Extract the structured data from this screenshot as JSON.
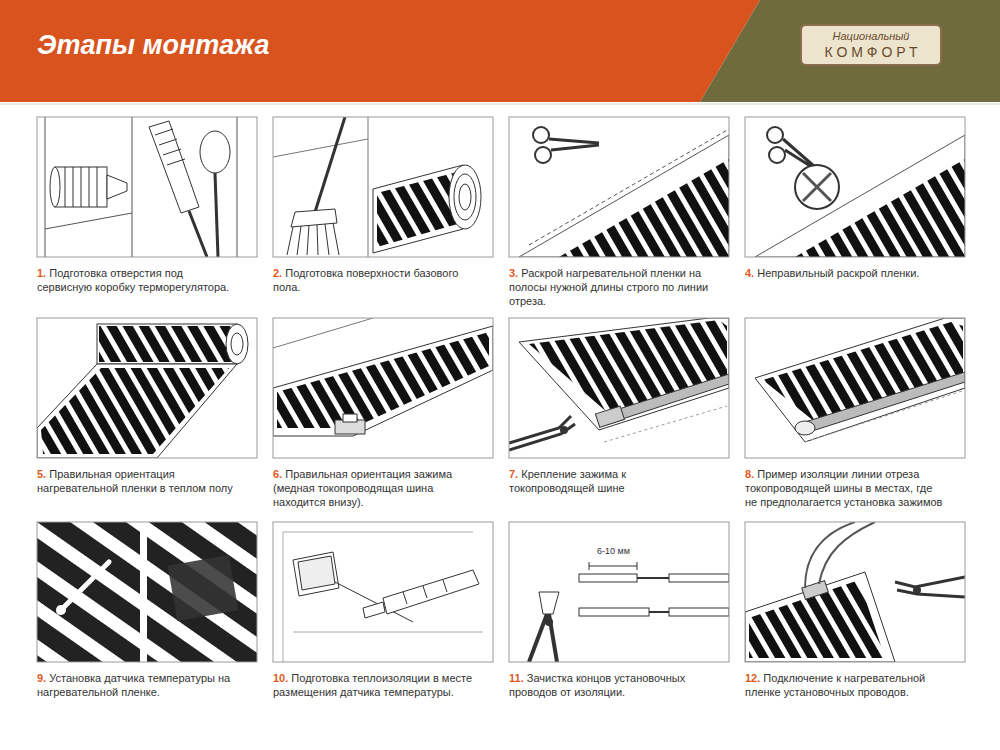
{
  "diagram": {
    "title": "Этапы монтажа",
    "nodes": [
      {
        "text": [
          "Национальный",
          "КОМФОРТ"
        ]
      },
      {
        "text": [
          "1.",
          "Подготовка отверстия под сервисную коробку терморегулятора."
        ]
      },
      {
        "text": [
          "2.",
          "Подготовка поверхности базового пола."
        ]
      },
      {
        "text": [
          "3.",
          "Раскрой нагревательной пленки на полосы нужной длины строго по линии отреза."
        ]
      },
      {
        "text": [
          "4.",
          "Неправильный раскрой пленки."
        ]
      },
      {
        "text": [
          "5.",
          "Правильная ориентация нагревательной пленки в теплом полу"
        ]
      },
      {
        "text": [
          "6.",
          "Правильная ориентация зажима (медная токопроводящая шина находится внизу)."
        ]
      },
      {
        "text": [
          "7.",
          "Крепление зажима к токопроводящей шине"
        ]
      },
      {
        "text": [
          "8.",
          "Пример изоляции линии отреза токопроводящей шины в местах, где не предполагается установка зажимов"
        ]
      },
      {
        "text": [
          "9.",
          "Установка датчика температуры на нагревательной пленке."
        ]
      },
      {
        "text": [
          "10.",
          "Подготовка теплоизоляции в месте размещения датчика температуры."
        ]
      },
      {
        "text": [
          "11.",
          "Зачистка концов установочных проводов от изоляции."
        ]
      },
      {
        "text": [
          "12.",
          "Подключение к нагревательной пленке установочных проводов."
        ]
      }
    ],
    "labels": [
      "6-10 мм"
    ]
  }
}
